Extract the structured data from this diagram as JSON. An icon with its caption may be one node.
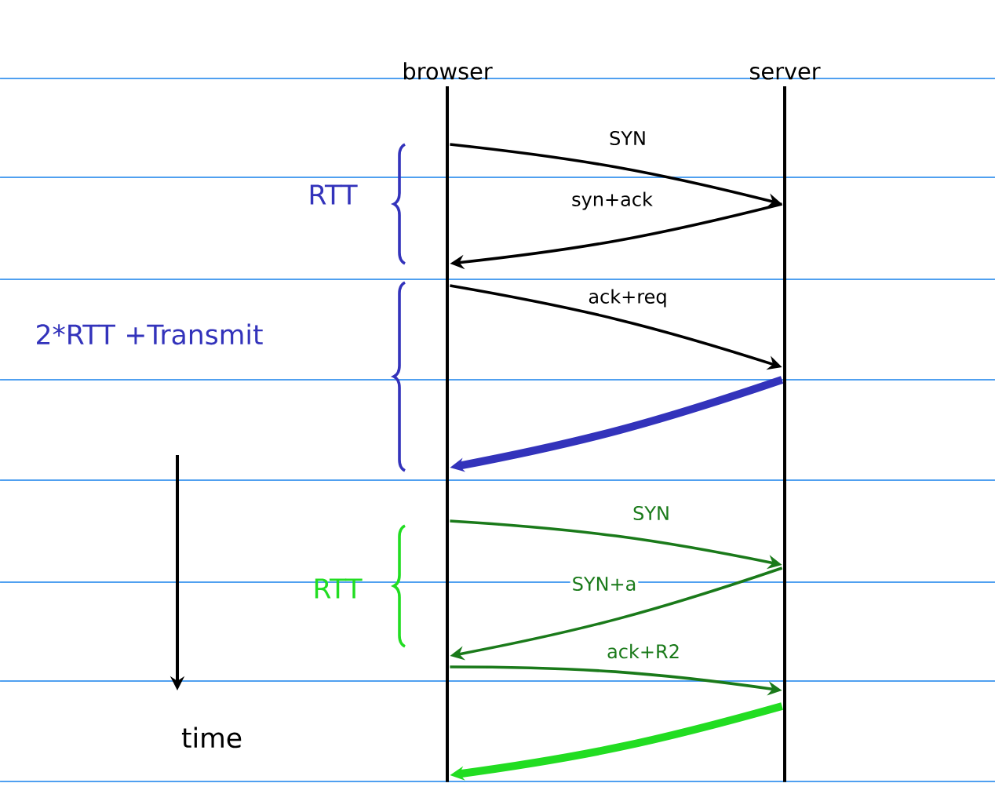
{
  "diagram": {
    "nodes": [
      {
        "text": [
          "browser"
        ]
      },
      {
        "text": [
          "server"
        ]
      }
    ],
    "edges": [
      {
        "from": 0,
        "to": 1,
        "arrow": "to",
        "label": "SYN"
      },
      {
        "from": 1,
        "to": 0,
        "arrow": "to",
        "label": "syn+ack"
      },
      {
        "from": 0,
        "to": 1,
        "arrow": "to",
        "label": "ack+req"
      },
      {
        "from": 1,
        "to": 0,
        "arrow": "to",
        "style": "thick",
        "color": "#3333bb"
      },
      {
        "from": 0,
        "to": 1,
        "arrow": "to",
        "label": "SYN",
        "color": "#1a7a1a"
      },
      {
        "from": 1,
        "to": 0,
        "arrow": "to",
        "label": "SYN+a",
        "color": "#1a7a1a"
      },
      {
        "from": 0,
        "to": 1,
        "arrow": "to",
        "label": "ack+R2",
        "color": "#1a7a1a"
      },
      {
        "from": 1,
        "to": 0,
        "arrow": "to",
        "style": "thick",
        "color": "#22dd22"
      }
    ],
    "labels": [
      "RTT",
      "2*RTT +Transmit",
      "RTT",
      "time"
    ]
  }
}
